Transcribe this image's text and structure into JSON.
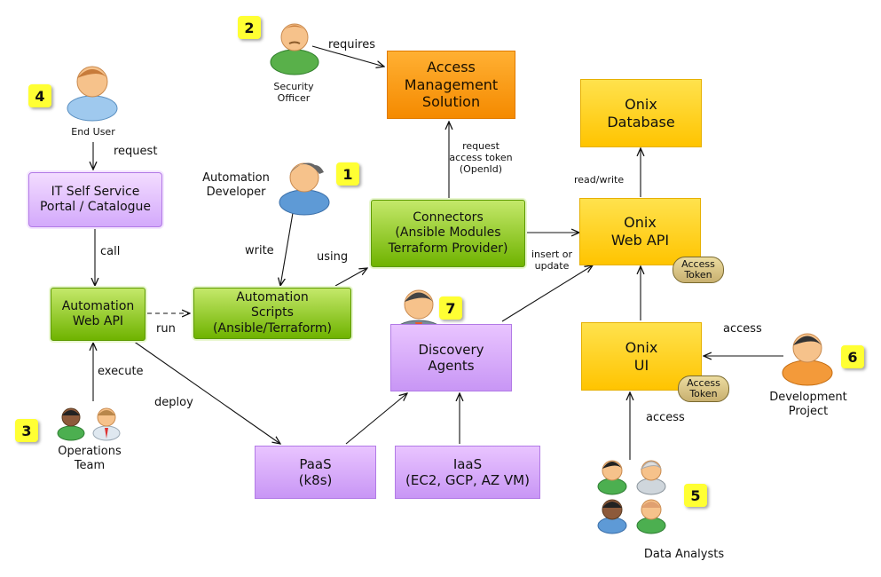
{
  "boxes": {
    "access_mgmt": "Access\nManagement\nSolution",
    "onix_db": "Onix\nDatabase",
    "it_portal": "IT Self Service\nPortal / Catalogue",
    "connectors": "Connectors\n(Ansible Modules\nTerraform Provider)",
    "onix_api": "Onix\nWeb API",
    "automation_api": "Automation\nWeb API",
    "automation_scripts": "Automation\nScripts\n(Ansible/Terraform)",
    "discovery_agents": "Discovery\nAgents",
    "onix_ui": "Onix\nUI",
    "paas": "PaaS\n(k8s)",
    "iaas": "IaaS\n(EC2, GCP, AZ VM)"
  },
  "tokens": {
    "api_token": "Access\nToken",
    "ui_token": "Access\nToken"
  },
  "actors": {
    "security_officer": "Security\nOfficer",
    "end_user": "End User",
    "automation_developer": "Automation\nDeveloper",
    "operations_team": "Operations\nTeam",
    "development_project": "Development\nProject",
    "data_analysts": "Data Analysts"
  },
  "badges": [
    "1",
    "2",
    "3",
    "4",
    "5",
    "6",
    "7"
  ],
  "edge_labels": {
    "requires": "requires",
    "request": "request",
    "request_token": "request\naccess token\n(OpenId)",
    "read_write": "read/write",
    "call": "call",
    "write": "write",
    "using": "using",
    "insert_update": "insert or\nupdate",
    "run": "run",
    "execute": "execute",
    "deploy": "deploy",
    "access_dev": "access",
    "access_analysts": "access"
  }
}
